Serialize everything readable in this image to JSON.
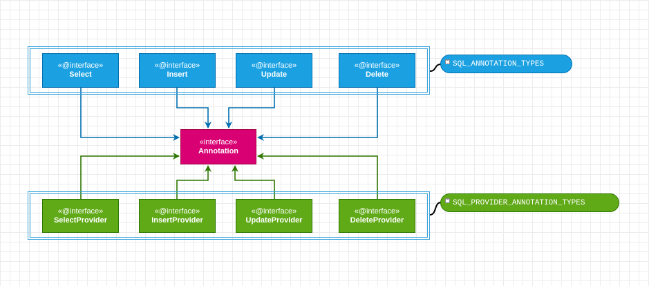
{
  "colors": {
    "annotation_blue": "#1ba1e2",
    "provider_green": "#60a917",
    "annotation_pink": "#d80073",
    "blue_arrow": "#006eaf",
    "green_arrow": "#2d7600"
  },
  "center": {
    "stereotype": "«interface»",
    "name": "Annotation"
  },
  "annotation_types": [
    {
      "stereotype": "«@interface»",
      "name": "Select"
    },
    {
      "stereotype": "«@interface»",
      "name": "Insert"
    },
    {
      "stereotype": "«@interface»",
      "name": "Update"
    },
    {
      "stereotype": "«@interface»",
      "name": "Delete"
    }
  ],
  "provider_types": [
    {
      "stereotype": "«@interface»",
      "name": "SelectProvider"
    },
    {
      "stereotype": "«@interface»",
      "name": "InsertProvider"
    },
    {
      "stereotype": "«@interface»",
      "name": "UpdateProvider"
    },
    {
      "stereotype": "«@interface»",
      "name": "DeleteProvider"
    }
  ],
  "tags": {
    "sql_annotation_types": "SQL_ANNOTATION_TYPES",
    "sql_provider_annotation_types": "SQL_PROVIDER_ANNOTATION_TYPES",
    "collapse_icon": "minus-square-icon"
  }
}
